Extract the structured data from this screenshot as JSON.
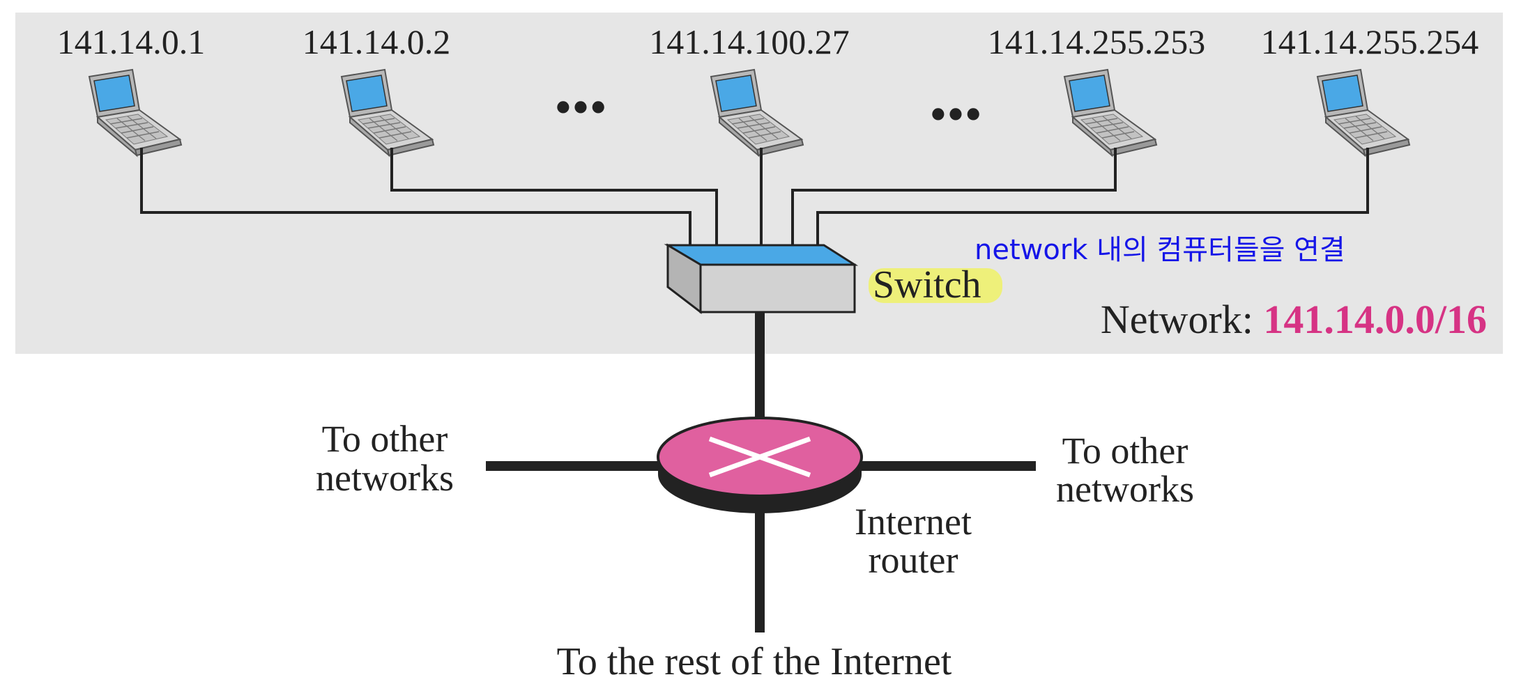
{
  "hosts": [
    {
      "ip": "141.14.0.1"
    },
    {
      "ip": "141.14.0.2"
    },
    {
      "ip": "141.14.100.27"
    },
    {
      "ip": "141.14.255.253"
    },
    {
      "ip": "141.14.255.254"
    }
  ],
  "ellipsis": "•••",
  "switch": {
    "label": "Switch"
  },
  "annotation": {
    "text": "network 내의 컴퓨터들을 연결"
  },
  "network": {
    "prefix": "Network: ",
    "address": "141.14.0.0/16"
  },
  "router": {
    "line1": "Internet",
    "line2": "router"
  },
  "links": {
    "left": {
      "line1": "To other",
      "line2": "networks"
    },
    "right": {
      "line1": "To other",
      "line2": "networks"
    },
    "bottom": "To the rest of the Internet"
  },
  "colors": {
    "panel": "#e6e6e6",
    "screen": "#4aa8e6",
    "switch_top": "#4aa8e6",
    "router": "#e0609f",
    "network_address": "#d63384",
    "highlight": "#eef07a",
    "annotation": "#1515e8"
  }
}
